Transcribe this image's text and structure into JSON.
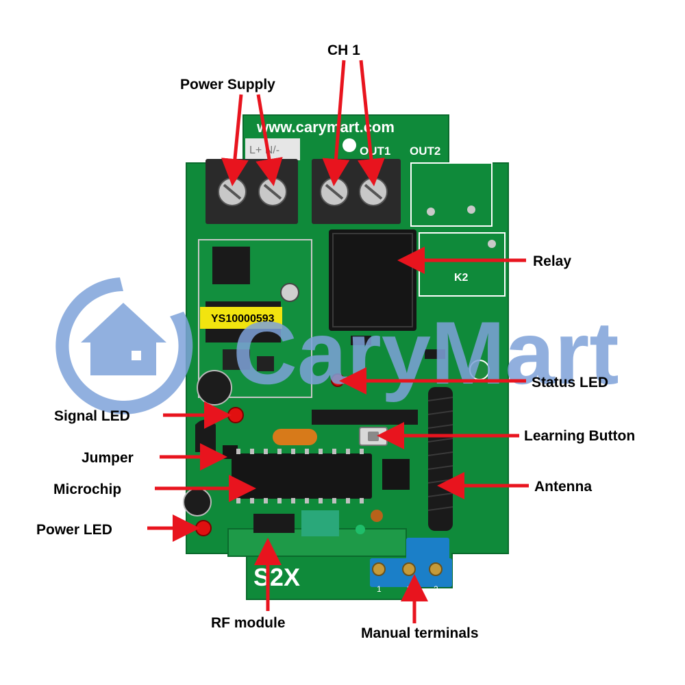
{
  "labels": {
    "power_supply": "Power Supply",
    "ch1": "CH 1",
    "relay": "Relay",
    "status_led": "Status LED",
    "signal_led": "Signal LED",
    "learning_button": "Learning Button",
    "jumper": "Jumper",
    "antenna": "Antenna",
    "microchip": "Microchip",
    "power_led": "Power LED",
    "rf_module": "RF module",
    "manual_terminals": "Manual terminals"
  },
  "board": {
    "website": "www.carymart.com",
    "terminal_marks": "L+ N/-",
    "out1": "OUT1",
    "out2": "OUT2",
    "k2": "K2",
    "transformer_label": "YS10000593",
    "module_label": "S2X",
    "manual_terminal_numbers": [
      "1",
      "3",
      "2"
    ]
  },
  "watermark": {
    "brand": "CaryMart"
  },
  "colors": {
    "pcb_green": "#0f8a3a",
    "pcb_dark": "#0a6a2c",
    "arrow_red": "#e8141e",
    "watermark_blue": "#7ea2d9",
    "terminal_blue": "#1b7fc8"
  }
}
